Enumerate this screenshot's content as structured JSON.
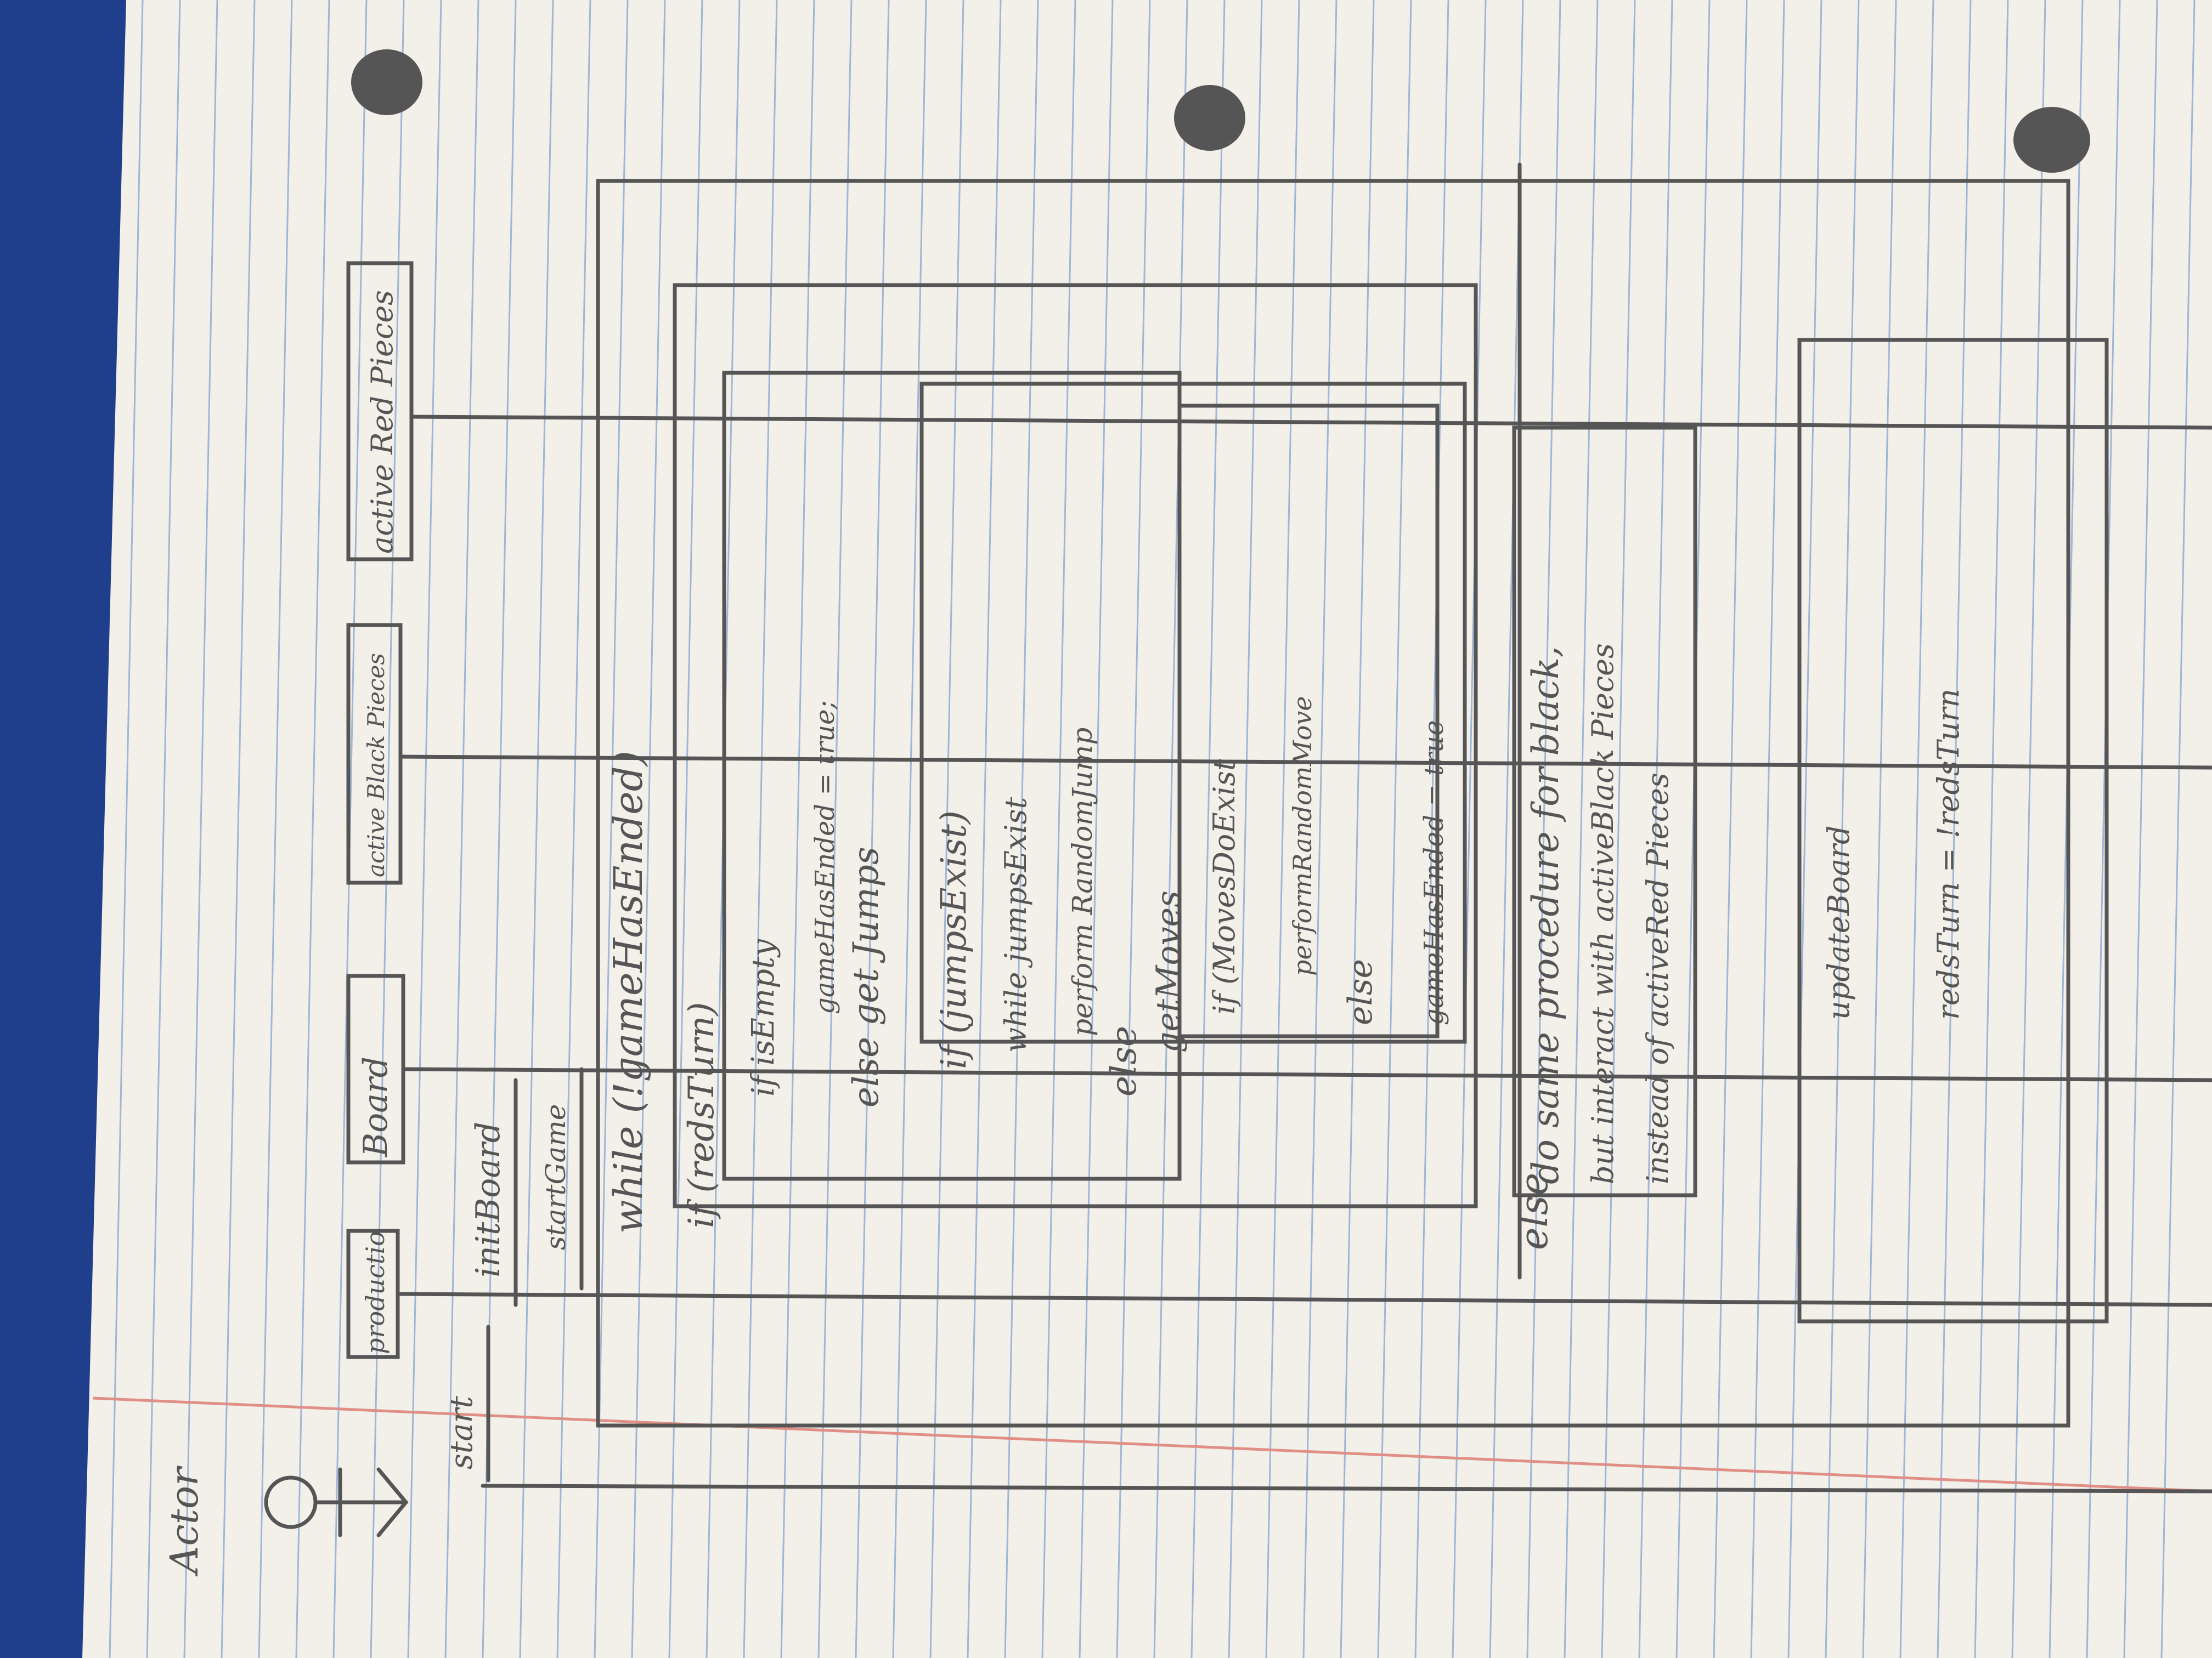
{
  "photo": {
    "subject": "handwritten sequence diagram on lined notebook paper, rotated sideways",
    "colors": {
      "table": "#1f3f8c",
      "paper": "#f3efe9",
      "rule_line": "#9fb6d6",
      "margin_line": "#e08f86",
      "pencil": "#555555"
    }
  },
  "diagram": {
    "actor": "Actor",
    "lifelines": [
      "productio",
      "Board",
      "active Black Pieces",
      "active Red Pieces"
    ],
    "messages": {
      "start": "start",
      "init_board": "initBoard",
      "start_game": "startGame"
    },
    "frames": {
      "loop": "while (!gameHasEnded)",
      "if_red": "if (redsTurn)",
      "if_empty": "if isEmpty",
      "else_jumps": "else get Jumps",
      "if_jumps": "if (jumpsExist)",
      "else_moves": "else",
      "if_moves": "if (MovesDoExist",
      "else_inner": "else",
      "else_black": "else"
    },
    "steps": {
      "game_ended_true": "gameHasEnded = true;",
      "while_jumps": "while jumpsExist",
      "perform_jump": "perform RandomJump",
      "get_moves": "getMoves",
      "perform_move": "performRandomMove",
      "game_ended_true_2": "gameHasEnded = true"
    },
    "black_note": [
      "do same procedure for black,",
      "but interact with activeBlack Pieces",
      "instead of activeRed Pieces"
    ],
    "tail": {
      "update_board": "updateBoard",
      "toggle_turn": "redsTurn = !redsTurn"
    }
  }
}
